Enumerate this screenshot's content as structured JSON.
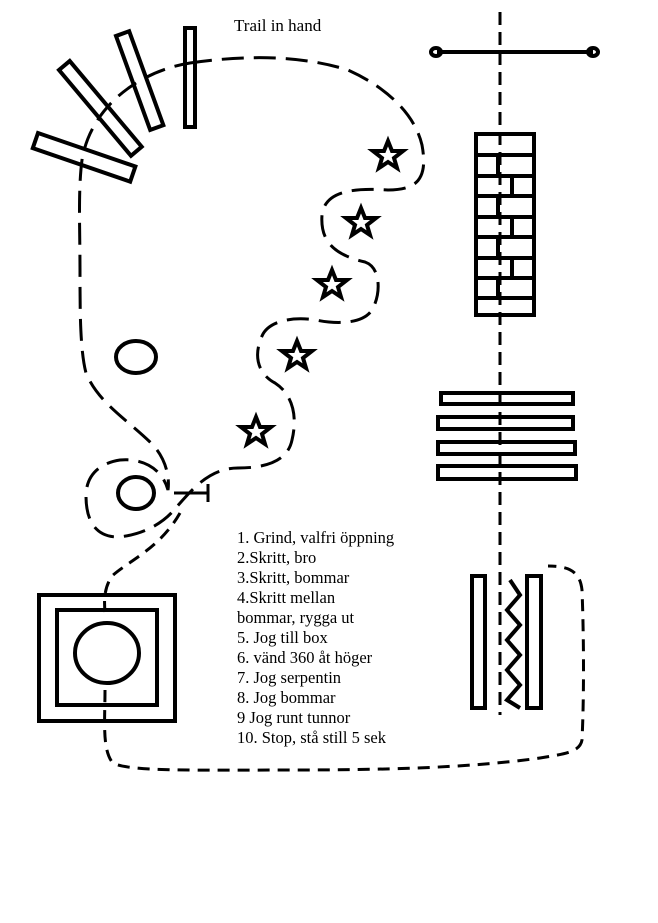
{
  "title": "Trail in hand",
  "legend": [
    "1. Grind, valfri öppning",
    "2.Skritt, bro",
    "3.Skritt, bommar",
    "4.Skritt mellan",
    "bommar, rygga ut",
    "5. Jog till box",
    "6. vänd 360 åt höger",
    "7. Jog serpentin",
    "8. Jog bommar",
    "9 Jog runt tunnor",
    "10. Stop, stå still 5 sek"
  ],
  "colors": {
    "ink": "#000000",
    "background": "#ffffff"
  }
}
